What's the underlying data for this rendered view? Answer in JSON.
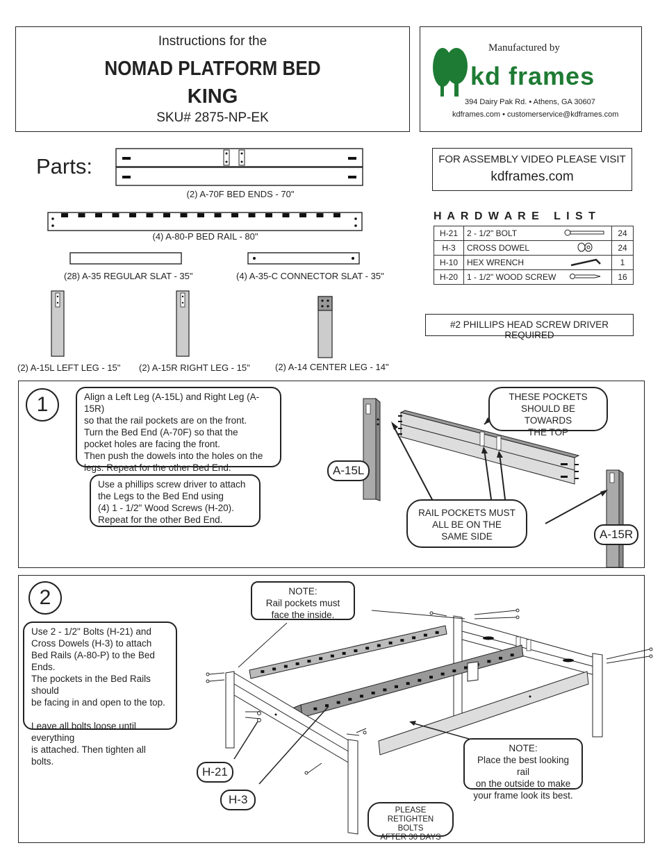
{
  "title_box": {
    "line1": "Instructions for the",
    "line2": "NOMAD PLATFORM BED",
    "line3": "KING",
    "sku": "SKU# 2875-NP-EK"
  },
  "maker": {
    "manufactured_by": "Manufactured by",
    "brand": "kd frames",
    "address": "394 Dairy Pak Rd. • Athens, GA  30607",
    "contact": "kdframes.com • customerservice@kdframes.com",
    "brand_color": "#1e7b34"
  },
  "video": {
    "line1": "FOR ASSEMBLY VIDEO PLEASE VISIT",
    "line2": "kdframes.com"
  },
  "parts": {
    "heading": "Parts:",
    "bed_ends": "(2)  A-70F BED ENDS - 70\"",
    "bed_rail": "(4) A-80-P  BED RAIL - 80\"",
    "regular_slat": "(28) A-35  REGULAR SLAT - 35\"",
    "connector_slat": "(4) A-35-C  CONNECTOR SLAT  - 35\"",
    "left_leg": "(2) A-15L  LEFT  LEG - 15\"",
    "right_leg": "(2) A-15R  RIGHT  LEG - 15\"",
    "center_leg": "(2) A-14  CENTER LEG  - 14\""
  },
  "hardware": {
    "title": "H A R D W A R E   L I S T",
    "rows": [
      {
        "code": "H-21",
        "name": "2 - 1/2\" BOLT",
        "icon": "bolt-icon",
        "qty": "24"
      },
      {
        "code": "H-3",
        "name": "CROSS DOWEL",
        "icon": "cross-dowel-icon",
        "qty": "24"
      },
      {
        "code": "H-10",
        "name": "HEX WRENCH",
        "icon": "hex-wrench-icon",
        "qty": "1"
      },
      {
        "code": "H-20",
        "name": "1 - 1/2\" WOOD SCREW",
        "icon": "wood-screw-icon",
        "qty": "16"
      }
    ],
    "driver_note": "#2 PHILLIPS HEAD SCREW DRIVER REQUIRED"
  },
  "step1": {
    "number": "1",
    "instr1": [
      "Align a Left Leg (A-15L) and Right Leg (A-15R)",
      "so that the rail pockets are on the front.",
      "Turn the Bed End (A-70F) so that the",
      "pocket holes are facing the front.",
      "Then push the dowels into the holes on the",
      "legs.  Repeat for the other Bed End."
    ],
    "instr2": [
      "Use a phillips screw driver to attach",
      "the Legs to the Bed End using",
      "(4) 1 - 1/2\" Wood Screws (H-20).",
      "Repeat for the other Bed End."
    ],
    "pockets_top": [
      "THESE POCKETS",
      "SHOULD BE TOWARDS",
      "THE TOP"
    ],
    "rail_pockets": [
      "RAIL POCKETS MUST",
      "ALL BE ON THE",
      "SAME SIDE"
    ],
    "label_left": "A-15L",
    "label_right": "A-15R"
  },
  "step2": {
    "number": "2",
    "instr": [
      "Use 2 - 1/2\" Bolts (H-21) and",
      "Cross Dowels (H-3) to attach",
      "Bed Rails (A-80-P) to the Bed Ends.",
      "The pockets in the Bed Rails should",
      "be facing in and open to the top.",
      "",
      "Leave all bolts loose until everything",
      "is attached.  Then tighten all bolts."
    ],
    "note_inside": [
      "NOTE:",
      "Rail pockets must",
      "face the inside."
    ],
    "note_best": [
      "NOTE:",
      "Place the best looking rail",
      "on the outside to make",
      "your frame look its best."
    ],
    "retighten": [
      "PLEASE RETIGHTEN",
      "BOLTS",
      "AFTER 30 DAYS"
    ],
    "label_bolt": "H-21",
    "label_dowel": "H-3"
  }
}
